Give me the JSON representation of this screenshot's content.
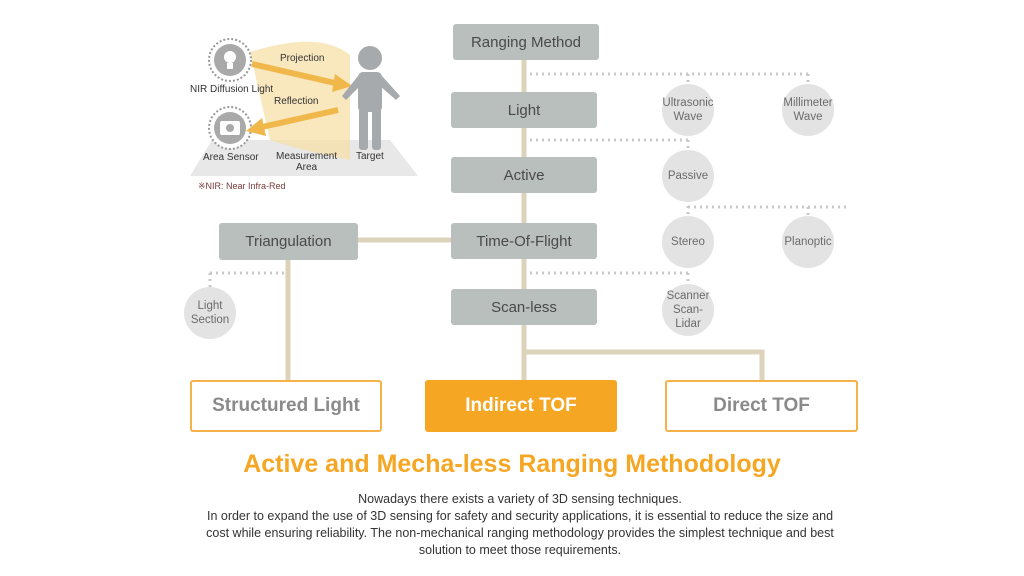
{
  "illustration": {
    "projection": "Projection",
    "reflection": "Reflection",
    "nir_light": "NIR Diffusion Light",
    "area_sensor": "Area Sensor",
    "measurement_area": "Measurement\nArea",
    "target": "Target",
    "footnote": "※NIR: Near Infra-Red"
  },
  "tree": {
    "ranging_method": "Ranging Method",
    "light": "Light",
    "active": "Active",
    "tof": "Time-Of-Flight",
    "scanless": "Scan-less",
    "triangulation": "Triangulation"
  },
  "circles": {
    "ultrasonic": "Ultrasonic\nWave",
    "millimeter": "Millimeter\nWave",
    "passive": "Passive",
    "stereo": "Stereo",
    "planoptic": "Planoptic",
    "scanner": "Scanner\nScan-Lidar",
    "light_section": "Light Section"
  },
  "methods": {
    "structured": "Structured  Light",
    "indirect": "Indirect TOF",
    "direct": "Direct TOF"
  },
  "heading": "Active and Mecha-less Ranging Methodology",
  "description": [
    "Nowadays there exists a variety of 3D sensing techniques.",
    "In order to expand the use of 3D sensing for safety and security applications, it is essential to reduce the size and cost while ensuring reliability. The non-mechanical ranging methodology provides the simplest technique and best solution to meet those requirements."
  ],
  "colors": {
    "accent": "#f5a623",
    "box": "#b8bfbc",
    "connector": "#ddd3bb"
  }
}
